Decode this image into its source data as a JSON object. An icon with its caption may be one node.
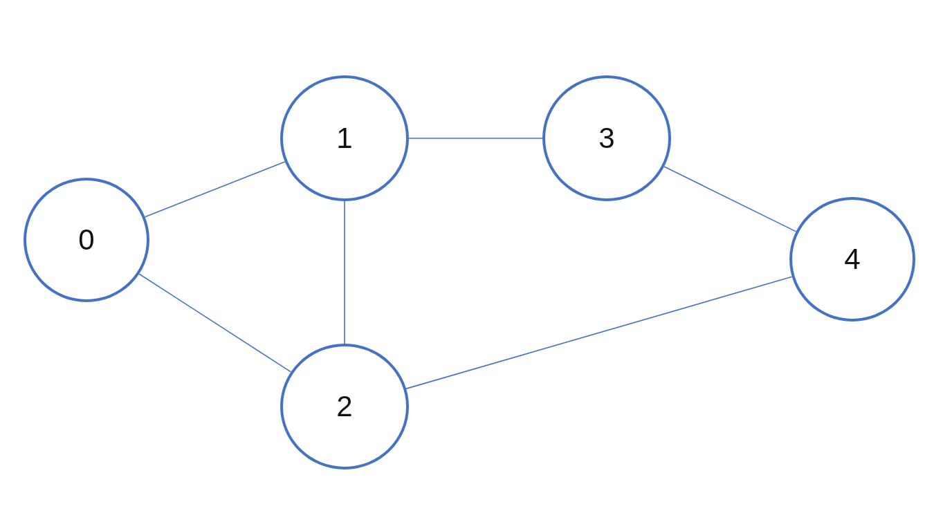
{
  "diagram": {
    "nodes": [
      {
        "text": [
          "0"
        ]
      },
      {
        "text": [
          "1"
        ]
      },
      {
        "text": [
          "2"
        ]
      },
      {
        "text": [
          "3"
        ]
      },
      {
        "text": [
          "4"
        ]
      }
    ],
    "edges": [
      {
        "from": 0,
        "to": 1,
        "arrow": "none"
      },
      {
        "from": 0,
        "to": 2,
        "arrow": "none"
      },
      {
        "from": 1,
        "to": 3,
        "arrow": "none"
      },
      {
        "from": 1,
        "to": 2,
        "arrow": "none"
      },
      {
        "from": 3,
        "to": 4,
        "arrow": "none"
      },
      {
        "from": 2,
        "to": 4,
        "arrow": "none"
      }
    ]
  }
}
